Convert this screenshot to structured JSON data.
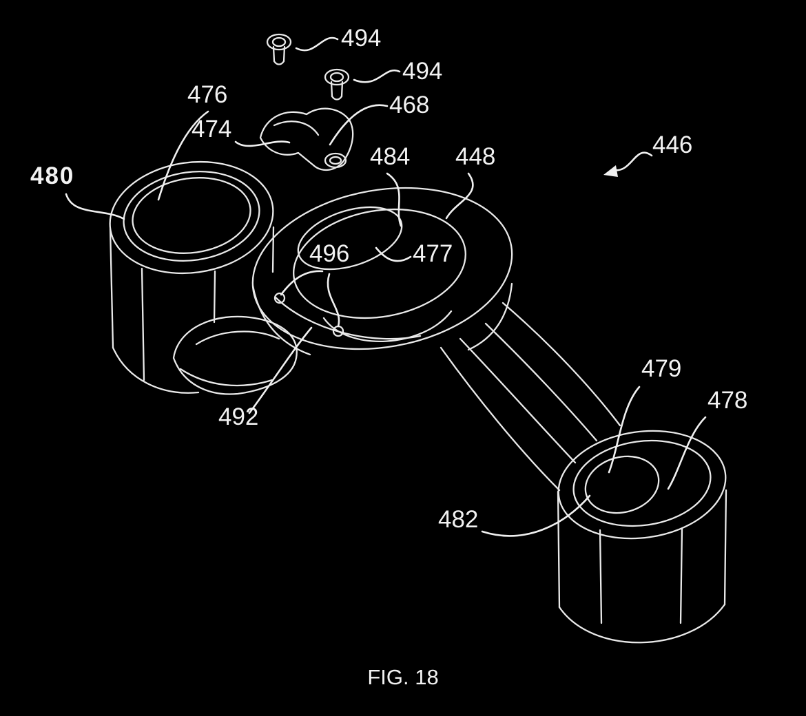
{
  "figure": {
    "caption": "FIG. 18",
    "colors": {
      "background": "#000000",
      "line": "#e9e9e9",
      "text": "#f2f2f2"
    },
    "labels": [
      {
        "text": "494"
      },
      {
        "text": "494"
      },
      {
        "text": "468"
      },
      {
        "text": "476"
      },
      {
        "text": "474"
      },
      {
        "text": "480"
      },
      {
        "text": "484"
      },
      {
        "text": "448"
      },
      {
        "text": "446"
      },
      {
        "text": "496"
      },
      {
        "text": "477"
      },
      {
        "text": "479"
      },
      {
        "text": "478"
      },
      {
        "text": "492"
      },
      {
        "text": "482"
      }
    ]
  }
}
